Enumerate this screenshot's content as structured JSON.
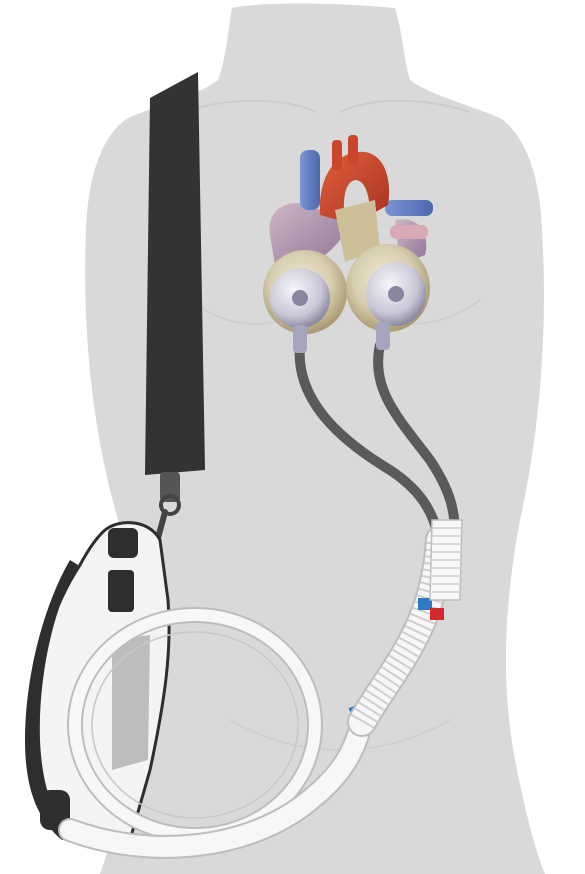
{
  "illustration": {
    "subject": "total-artificial-heart-with-portable-driver",
    "parts": [
      "torso-silhouette",
      "carry-strap",
      "portable-driver",
      "artificial-heart",
      "left-ventricle-pump",
      "right-ventricle-pump",
      "drivelines",
      "connectors",
      "coiled-hose"
    ]
  },
  "colors": {
    "background": "#ffffff",
    "torso": "#d9d9d9",
    "torso_shadow": "#cfcfcf",
    "strap": "#333333",
    "driver_body": "#f4f4f4",
    "driver_dark": "#2e2e2e",
    "driveline": "#5a5a5a",
    "hose": "#f7f7f7",
    "hose_outline": "#bdbdbd",
    "connector_blue": "#2f78c4",
    "connector_red": "#d4272e",
    "pump_housing": "#d8ceb0",
    "pump_shell": "#b9ab86",
    "aorta": "#c9452c",
    "vessel_blue": "#5f7fc3",
    "atria": "#b59bb3"
  }
}
